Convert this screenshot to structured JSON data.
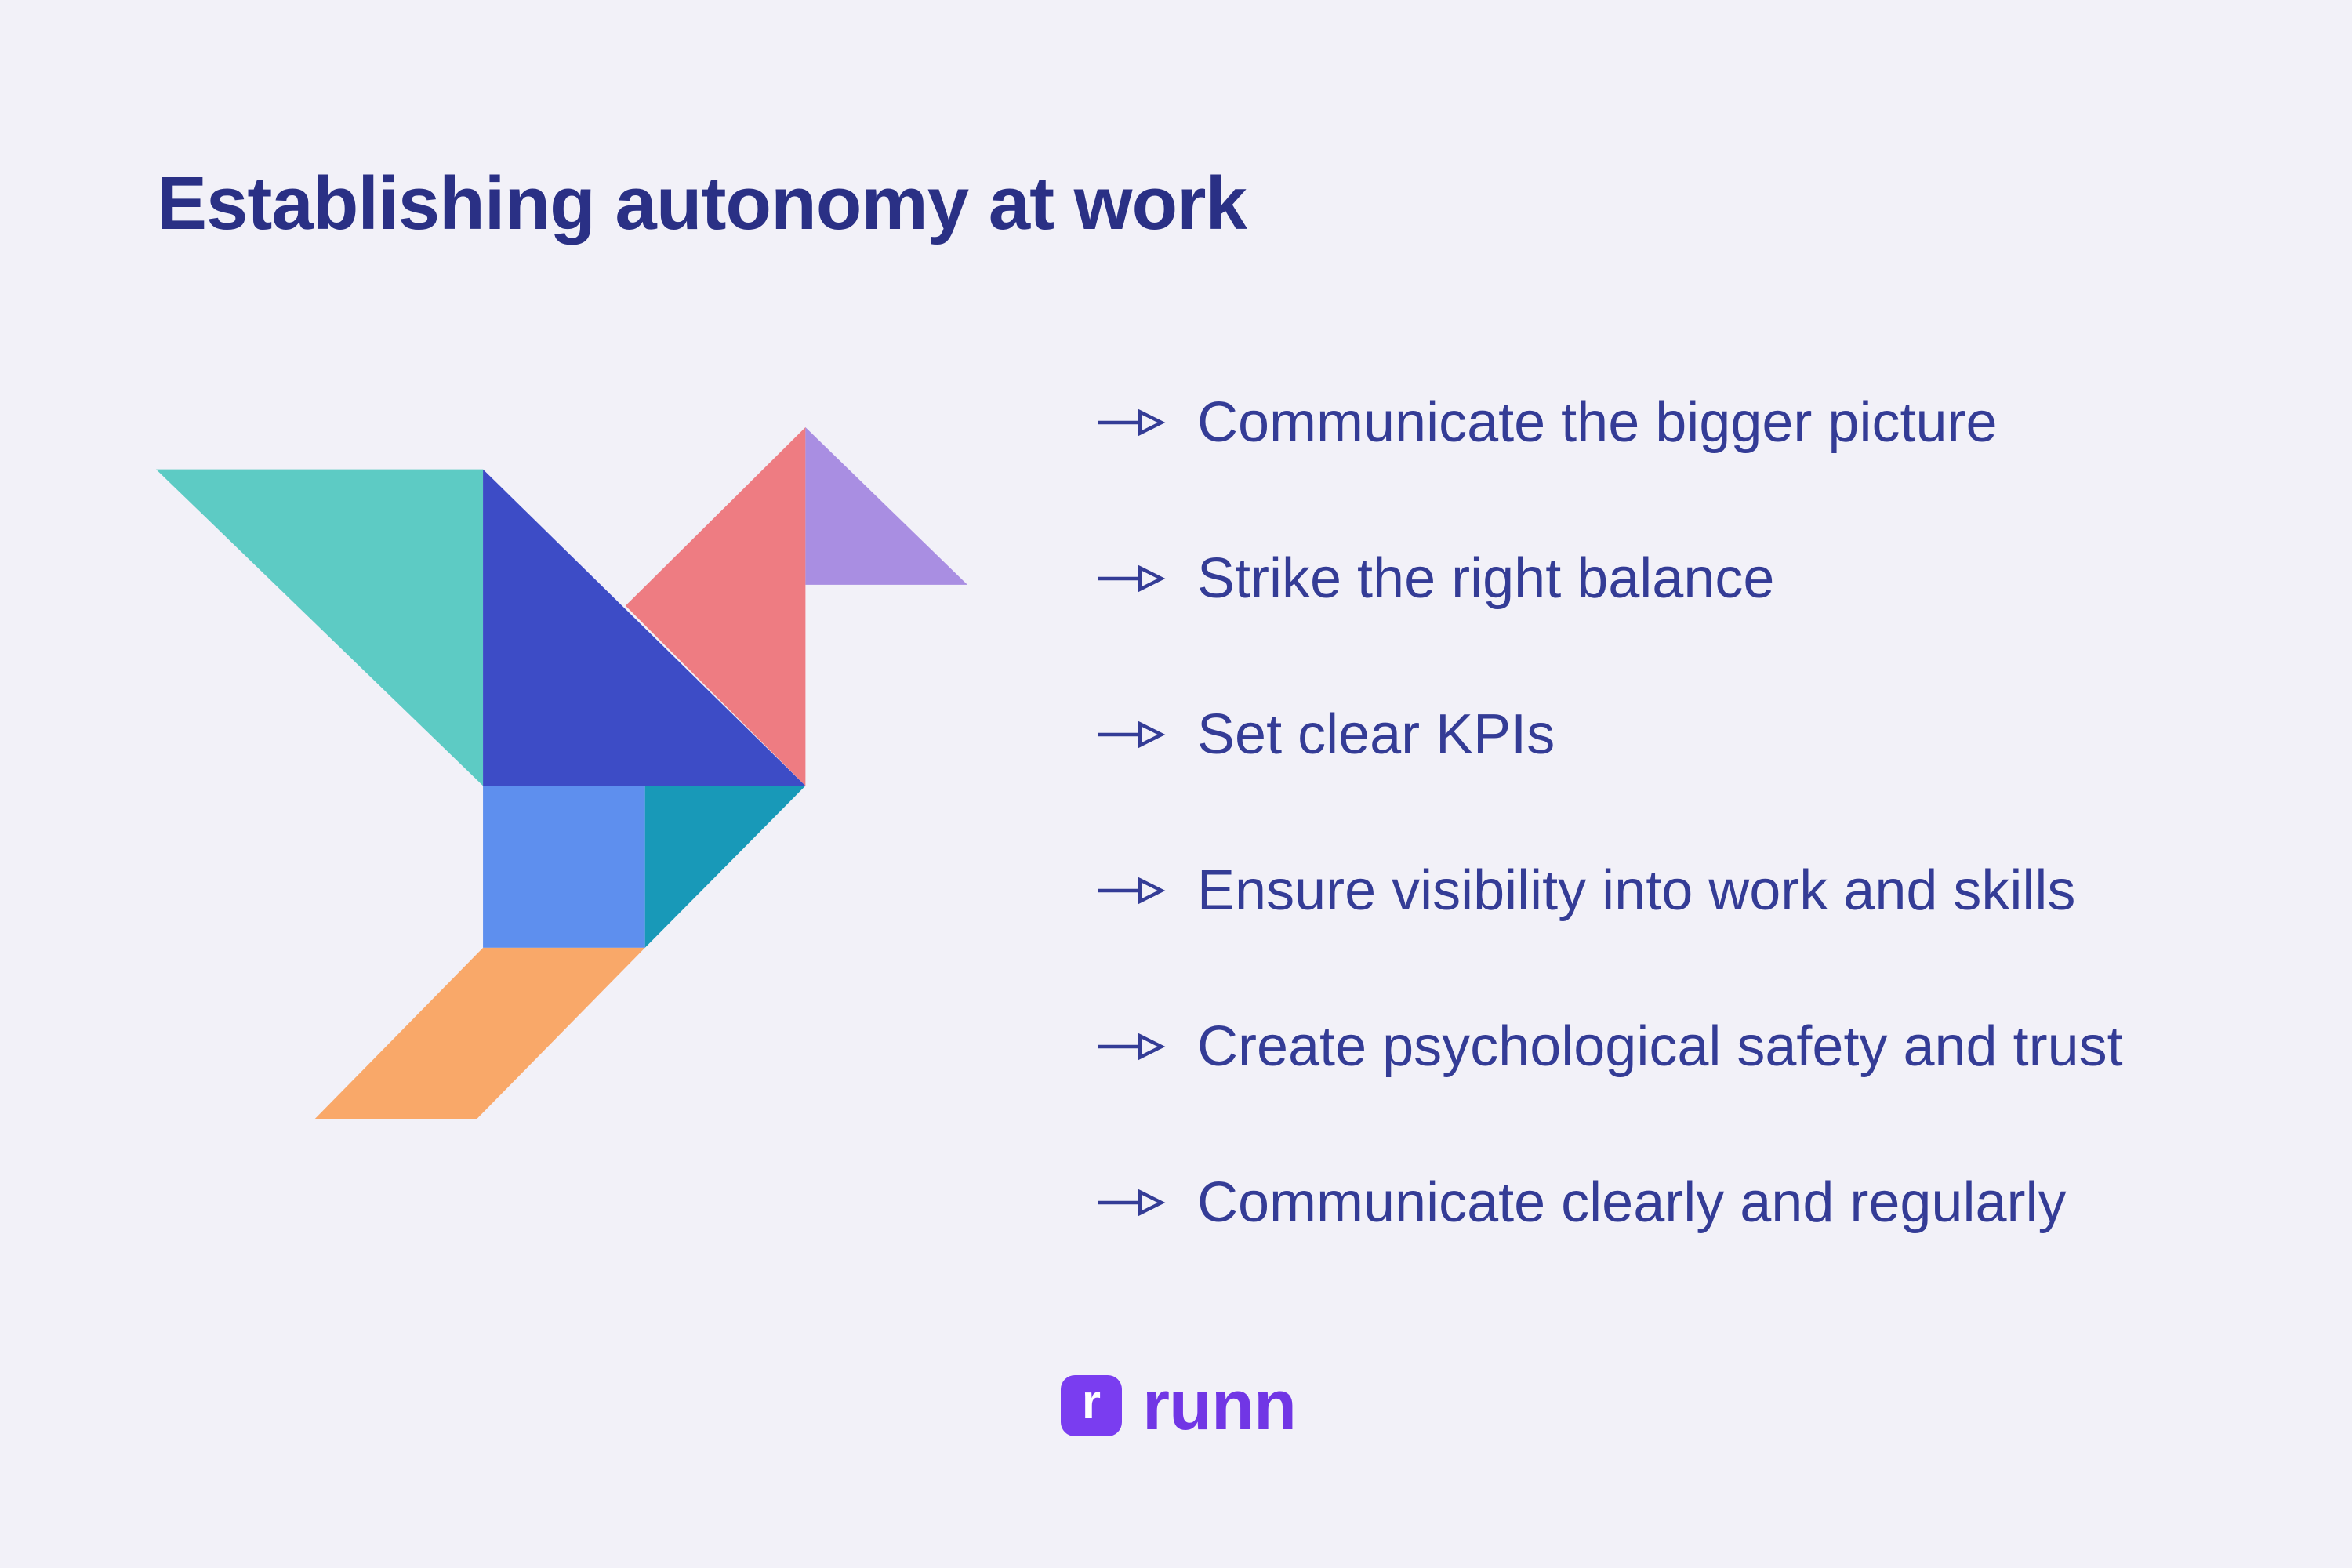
{
  "page": {
    "background_color": "#f2f1f8",
    "title": "Establishing autonomy at work",
    "title_color": "#2a3085"
  },
  "list": {
    "text_color": "#343c96",
    "arrow_icon": "arrow-right-open-icon",
    "items": [
      "Communicate the bigger picture",
      "Strike the right balance",
      "Set clear KPIs",
      "Ensure visibility into work and skills",
      "Create psychological safety and trust",
      "Communicate clearly and regularly"
    ]
  },
  "bird": {
    "description": "tangram-origami-bird-illustration",
    "colors": {
      "wing": "#5dcbc4",
      "body": "#3d4cc6",
      "neck": "#ee7c82",
      "head": "#a98ee2",
      "belly": "#5e8fee",
      "leg": "#1899b8",
      "tail": "#f9a869"
    }
  },
  "logo": {
    "text": "runn",
    "mark_glyph": "r",
    "mark_color": "#7a3df0",
    "text_color": "#7136e5"
  }
}
